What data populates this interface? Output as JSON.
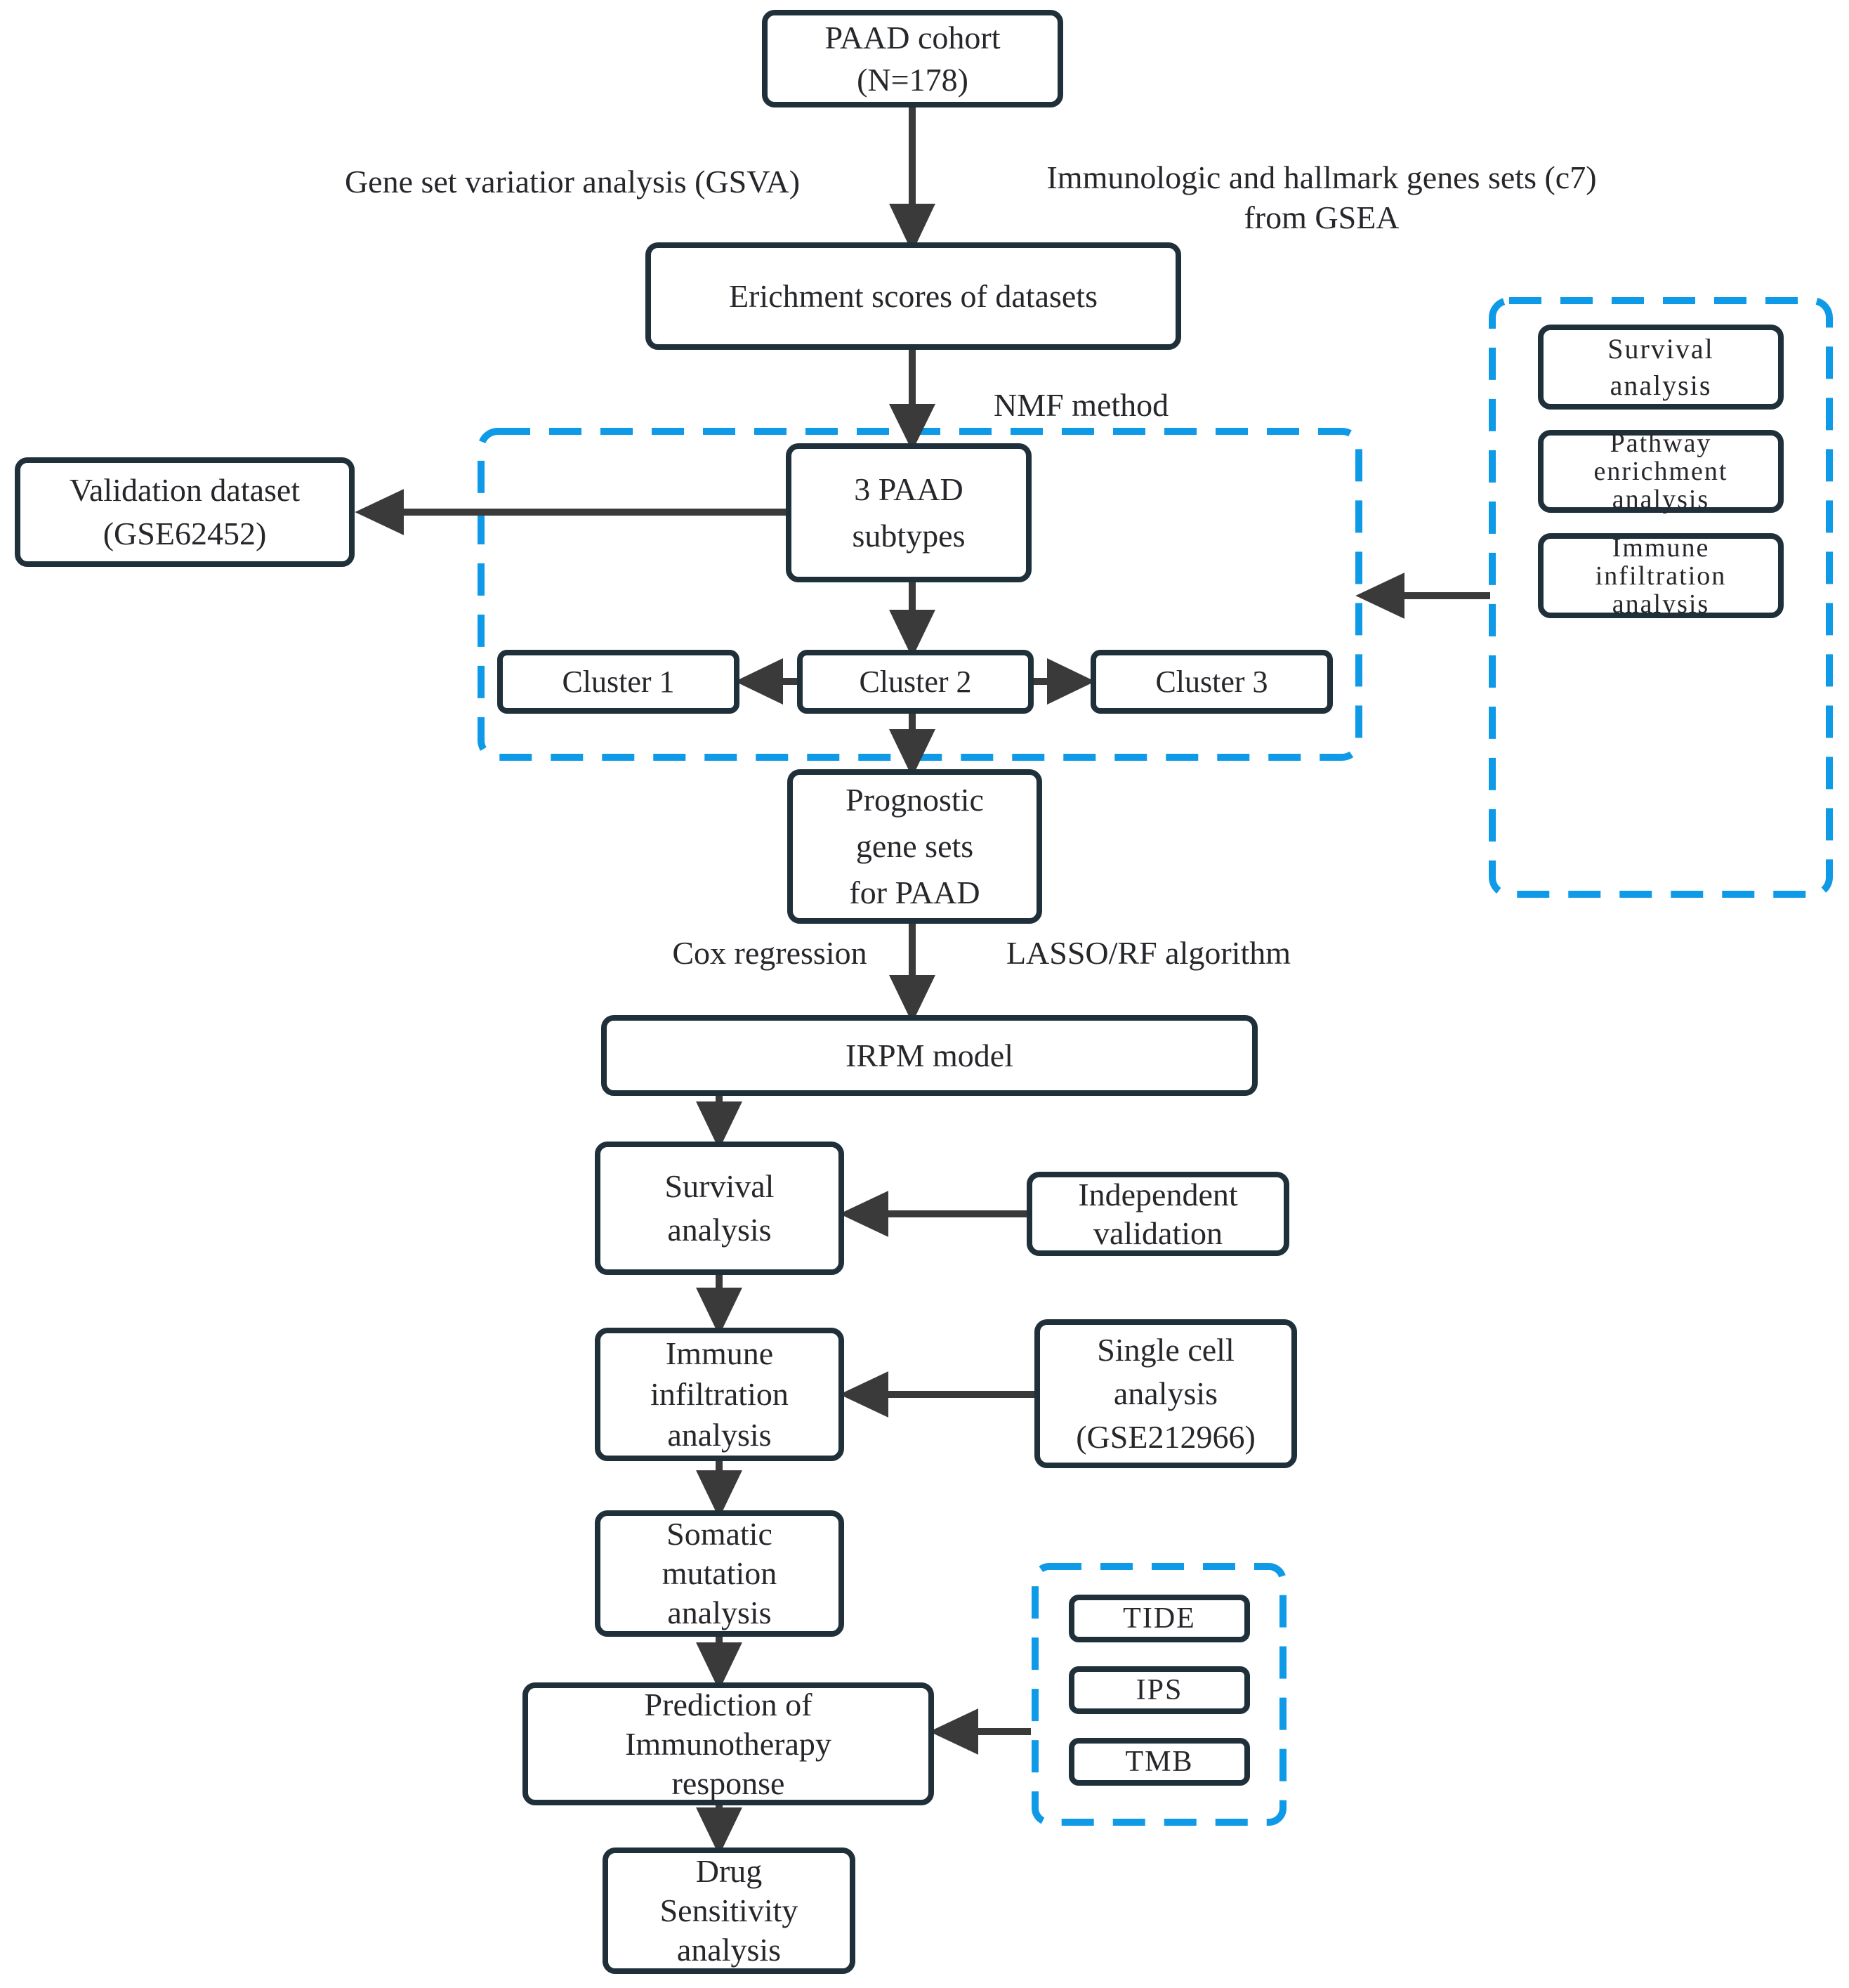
{
  "diagram": {
    "nodes": {
      "paad_cohort": {
        "lines": [
          "PAAD cohort",
          "(N=178)"
        ]
      },
      "enrichment": {
        "label": "Erichment scores of datasets"
      },
      "validation": {
        "lines": [
          "Validation dataset",
          "(GSE62452)"
        ]
      },
      "subtypes": {
        "lines": [
          "3 PAAD",
          "subtypes"
        ]
      },
      "cluster1": {
        "label": "Cluster 1"
      },
      "cluster2": {
        "label": "Cluster 2"
      },
      "cluster3": {
        "label": "Cluster 3"
      },
      "prognostic": {
        "lines": [
          "Prognostic",
          "gene sets",
          "for PAAD"
        ]
      },
      "irpm": {
        "label": "IRPM model"
      },
      "survival": {
        "lines": [
          "Survival",
          "analysis"
        ]
      },
      "independent": {
        "lines": [
          "Independent",
          "validation"
        ]
      },
      "immune": {
        "lines": [
          "Immune",
          "infiltration",
          "analysis"
        ]
      },
      "single_cell": {
        "lines": [
          "Single cell",
          "analysis",
          "(GSE212966)"
        ]
      },
      "somatic": {
        "lines": [
          "Somatic",
          "mutation",
          "analysis"
        ]
      },
      "prediction": {
        "lines": [
          "Prediction of",
          "Immunotherapy",
          "response"
        ]
      },
      "drug": {
        "lines": [
          "Drug",
          "Sensitivity",
          "analysis"
        ]
      },
      "panel_survival": {
        "lines": [
          "Survival",
          "analysis"
        ]
      },
      "panel_pathway": {
        "lines": [
          "Pathway",
          "enrichment",
          "analysis"
        ]
      },
      "panel_immune": {
        "lines": [
          "Immune",
          "infiltration",
          "analysis"
        ]
      },
      "tide": {
        "label": "TIDE"
      },
      "ips": {
        "label": "IPS"
      },
      "tmb": {
        "label": "TMB"
      }
    },
    "labels": {
      "gsva": "Gene set variatior analysis (GSVA)",
      "gsea_line1": "Immunologic and hallmark genes sets (c7)",
      "gsea_line2": "from GSEA",
      "nmf": "NMF method",
      "cox": "Cox regression",
      "lasso": "LASSO/RF algorithm"
    },
    "colors": {
      "box_border": "#20303a",
      "arrow": "#3a3a3a",
      "dashed_blue": "#0f9ae8",
      "text": "#26272b",
      "background": "#ffffff"
    }
  }
}
